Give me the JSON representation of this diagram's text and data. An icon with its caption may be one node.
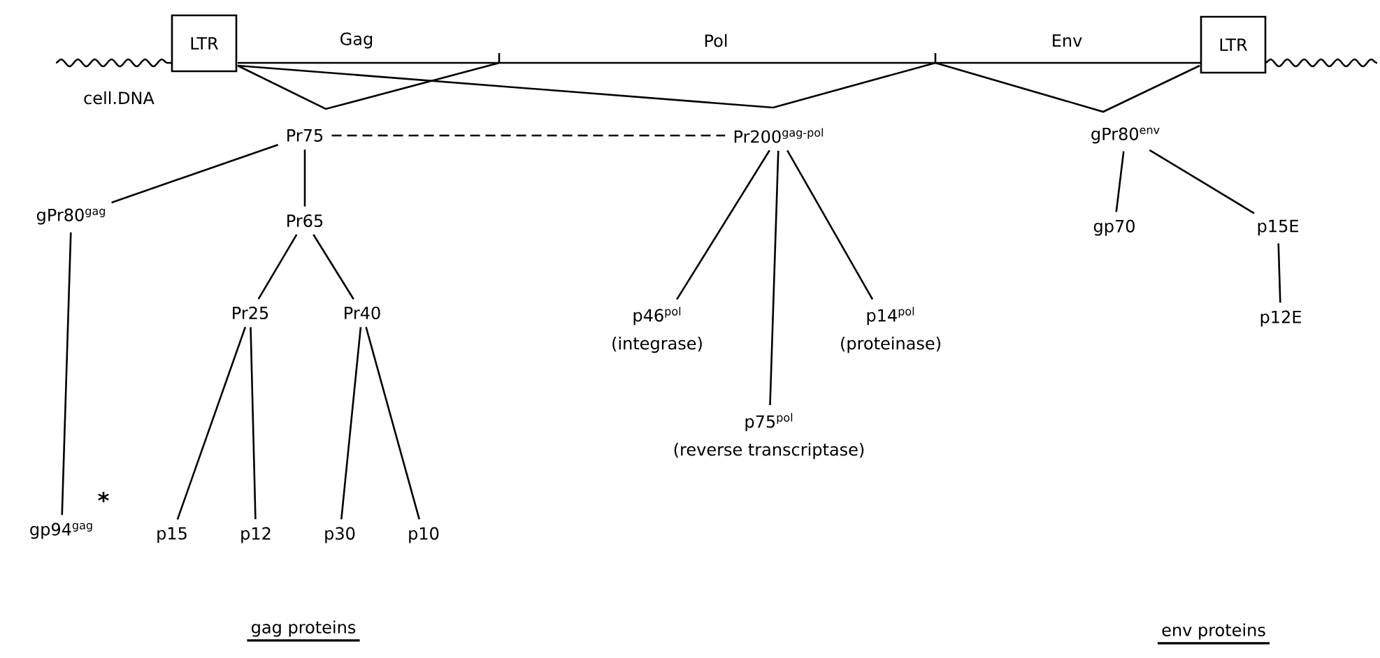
{
  "diagram": {
    "nodes": [
      {
        "text": [
          "LTR"
        ]
      },
      {
        "text": [
          "LTR"
        ]
      },
      {
        "text": [
          "Pr75"
        ]
      },
      {
        "text": [
          "Pr200$^{gag-pol}$"
        ]
      },
      {
        "text": [
          "gPr80$^{env}$"
        ]
      },
      {
        "text": [
          "gPr80$^{gag}$"
        ]
      },
      {
        "text": [
          "Pr65"
        ]
      },
      {
        "text": [
          "gp70"
        ]
      },
      {
        "text": [
          "p15E"
        ]
      },
      {
        "text": [
          "Pr25"
        ]
      },
      {
        "text": [
          "Pr40"
        ]
      },
      {
        "text": [
          "p46$^{pol}$",
          "(integrase)"
        ]
      },
      {
        "text": [
          "p14$^{pol}$",
          "(proteinase)"
        ]
      },
      {
        "text": [
          "p12E"
        ]
      },
      {
        "text": [
          "p75$^{pol}$",
          "(reverse transcriptase)"
        ]
      },
      {
        "text": [
          "gp94$^{gag}$"
        ],
        "beside": [
          "*"
        ]
      },
      {
        "text": [
          "p15"
        ]
      },
      {
        "text": [
          "p12"
        ]
      },
      {
        "text": [
          "p30"
        ]
      },
      {
        "text": [
          "p10"
        ]
      }
    ],
    "edges": [
      {
        "from": 2,
        "to": 3,
        "arrow": "none",
        "style": "dashed"
      },
      {
        "from": 2,
        "to": 5,
        "arrow": "none"
      },
      {
        "from": 2,
        "to": 6,
        "arrow": "none"
      },
      {
        "from": 4,
        "to": 7,
        "arrow": "none"
      },
      {
        "from": 4,
        "to": 8,
        "arrow": "none"
      },
      {
        "from": 6,
        "to": 9,
        "arrow": "none"
      },
      {
        "from": 6,
        "to": 10,
        "arrow": "none"
      },
      {
        "from": 3,
        "to": 11,
        "arrow": "none"
      },
      {
        "from": 3,
        "to": 14,
        "arrow": "none"
      },
      {
        "from": 3,
        "to": 12,
        "arrow": "none"
      },
      {
        "from": 8,
        "to": 13,
        "arrow": "none"
      },
      {
        "from": 5,
        "to": 15,
        "arrow": "none"
      },
      {
        "from": 9,
        "to": 16,
        "arrow": "none"
      },
      {
        "from": 9,
        "to": 17,
        "arrow": "none"
      },
      {
        "from": 10,
        "to": 18,
        "arrow": "none"
      },
      {
        "from": 10,
        "to": 19,
        "arrow": "none"
      }
    ],
    "labels": [
      "Gag",
      "Pol",
      "Env",
      "cell.DNA",
      "gag proteins",
      "env proteins"
    ]
  }
}
